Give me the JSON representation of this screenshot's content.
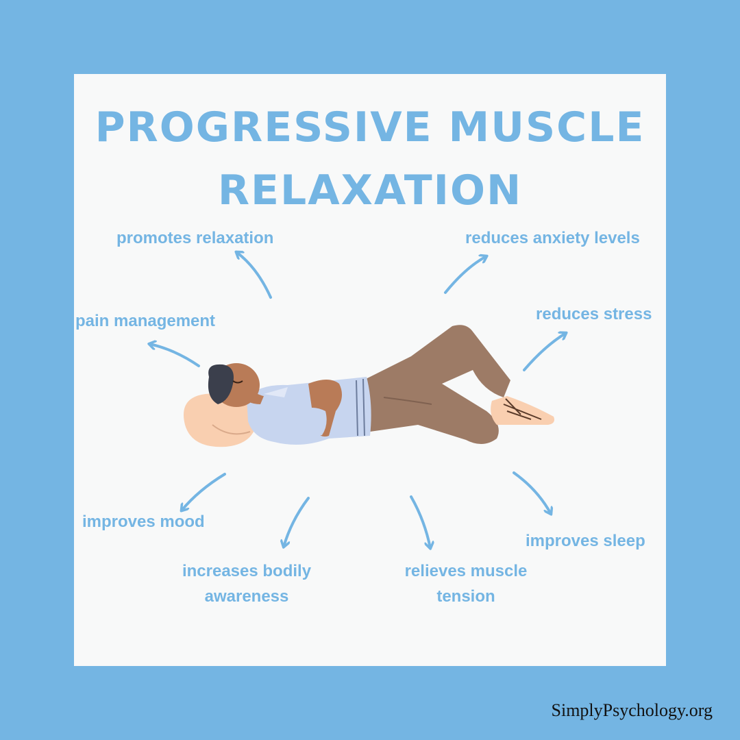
{
  "title": {
    "line1": "PROGRESSIVE MUSCLE",
    "line2": "RELAXATION"
  },
  "benefits": {
    "promotes_relaxation": "promotes relaxation",
    "reduces_anxiety": "reduces anxiety levels",
    "pain_management": "pain management",
    "reduces_stress": "reduces stress",
    "improves_mood": "improves mood",
    "increases_awareness": [
      "increases bodily",
      "awareness"
    ],
    "relieves_tension": [
      "relieves muscle",
      "tension"
    ],
    "improves_sleep": "improves sleep"
  },
  "footer": "SimplyPsychology.org",
  "colors": {
    "background": "#74b5e3",
    "card": "#f8f9f9",
    "accent": "#74b5e3"
  }
}
